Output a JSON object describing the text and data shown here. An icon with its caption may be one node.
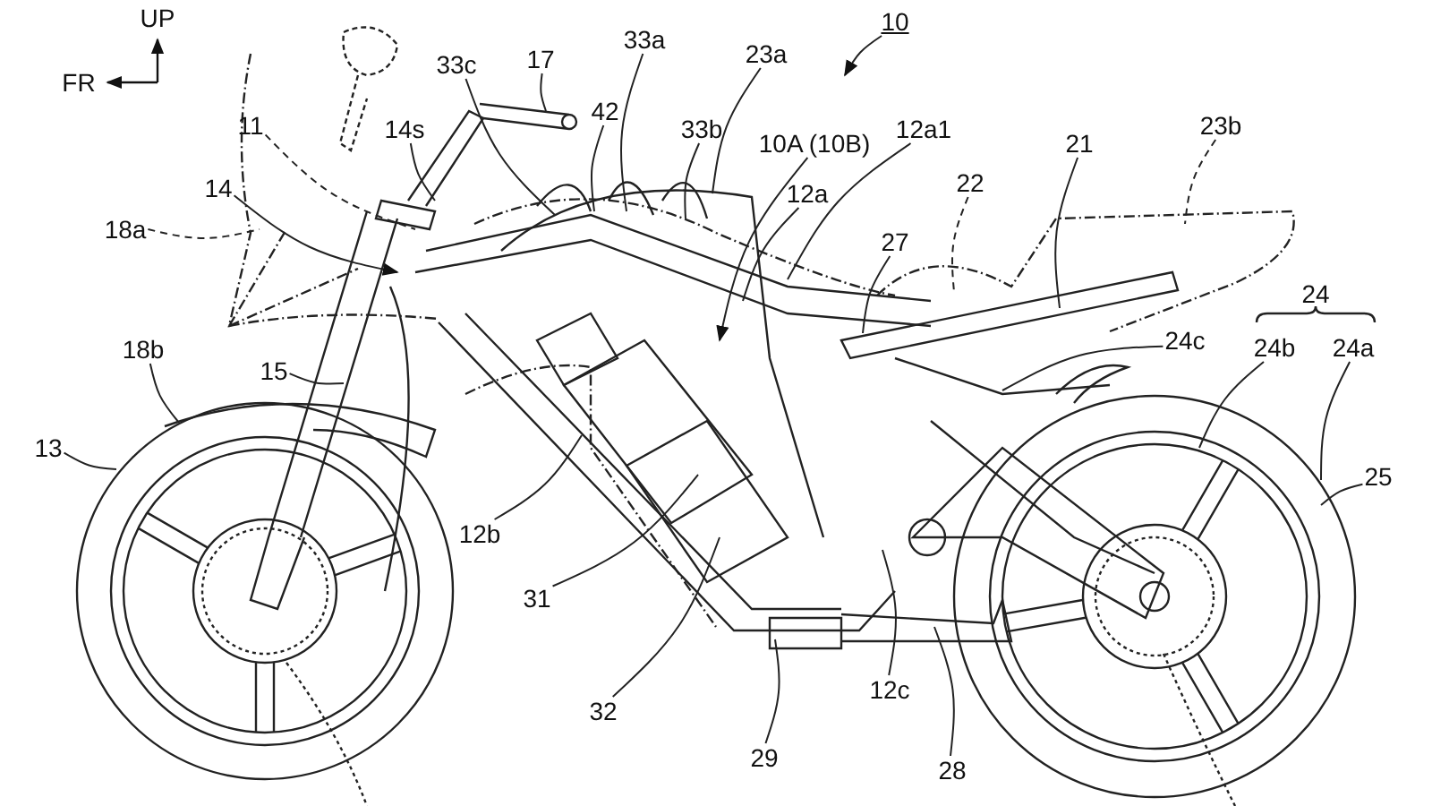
{
  "diagram": {
    "nodes": [
      {
        "text": [
          "10"
        ]
      },
      {
        "text": [
          "33c"
        ]
      },
      {
        "text": [
          "17"
        ]
      },
      {
        "text": [
          "33a"
        ]
      },
      {
        "text": [
          "42"
        ]
      },
      {
        "text": [
          "33b"
        ]
      },
      {
        "text": [
          "23a"
        ]
      },
      {
        "text": [
          "11"
        ]
      },
      {
        "text": [
          "14s"
        ]
      },
      {
        "text": [
          "10A (10B)"
        ]
      },
      {
        "text": [
          "12a1"
        ]
      },
      {
        "text": [
          "23b"
        ]
      },
      {
        "text": [
          "21"
        ]
      },
      {
        "text": [
          "12a"
        ]
      },
      {
        "text": [
          "22"
        ]
      },
      {
        "text": [
          "14"
        ]
      },
      {
        "text": [
          "18a"
        ]
      },
      {
        "text": [
          "27"
        ]
      },
      {
        "text": [
          "24c"
        ]
      },
      {
        "text": [
          "18b"
        ]
      },
      {
        "text": [
          "15"
        ]
      },
      {
        "text": [
          "24b"
        ]
      },
      {
        "text": [
          "24a"
        ]
      },
      {
        "text": [
          "13"
        ]
      },
      {
        "text": [
          "25"
        ]
      },
      {
        "text": [
          "12b"
        ]
      },
      {
        "text": [
          "31"
        ]
      },
      {
        "text": [
          "32"
        ]
      },
      {
        "text": [
          "12c"
        ]
      },
      {
        "text": [
          "29"
        ]
      },
      {
        "text": [
          "28"
        ]
      }
    ],
    "edges": [
      {
        "from": 0,
        "to": null,
        "arrow": "to"
      },
      {
        "from": 1,
        "to": null,
        "arrow": "none"
      },
      {
        "from": 2,
        "to": null,
        "arrow": "none"
      },
      {
        "from": 3,
        "to": null,
        "arrow": "none"
      },
      {
        "from": 4,
        "to": null,
        "arrow": "none"
      },
      {
        "from": 5,
        "to": null,
        "arrow": "none"
      },
      {
        "from": 6,
        "to": null,
        "arrow": "none"
      },
      {
        "from": 7,
        "to": null,
        "arrow": "none",
        "style": "dashed"
      },
      {
        "from": 8,
        "to": null,
        "arrow": "none"
      },
      {
        "from": 9,
        "to": null,
        "arrow": "to"
      },
      {
        "from": 10,
        "to": null,
        "arrow": "none"
      },
      {
        "from": 11,
        "to": null,
        "arrow": "none",
        "style": "dashed"
      },
      {
        "from": 12,
        "to": null,
        "arrow": "none"
      },
      {
        "from": 13,
        "to": null,
        "arrow": "none"
      },
      {
        "from": 14,
        "to": null,
        "arrow": "none",
        "style": "dashed"
      },
      {
        "from": 15,
        "to": null,
        "arrow": "to"
      },
      {
        "from": 16,
        "to": null,
        "arrow": "none",
        "style": "dashed"
      },
      {
        "from": 17,
        "to": null,
        "arrow": "none"
      },
      {
        "from": 18,
        "to": null,
        "arrow": "none"
      },
      {
        "from": 19,
        "to": null,
        "arrow": "none"
      },
      {
        "from": 20,
        "to": null,
        "arrow": "none"
      },
      {
        "from": 21,
        "to": null,
        "arrow": "none"
      },
      {
        "from": 22,
        "to": null,
        "arrow": "none"
      },
      {
        "from": 23,
        "to": null,
        "arrow": "none"
      },
      {
        "from": 24,
        "to": null,
        "arrow": "none"
      },
      {
        "from": 25,
        "to": null,
        "arrow": "none"
      },
      {
        "from": 26,
        "to": null,
        "arrow": "none"
      },
      {
        "from": 27,
        "to": null,
        "arrow": "none"
      },
      {
        "from": 28,
        "to": null,
        "arrow": "none"
      },
      {
        "from": 29,
        "to": null,
        "arrow": "none"
      },
      {
        "from": 30,
        "to": null,
        "arrow": "none"
      }
    ],
    "labels": [
      "UP",
      "FR",
      "24"
    ]
  }
}
